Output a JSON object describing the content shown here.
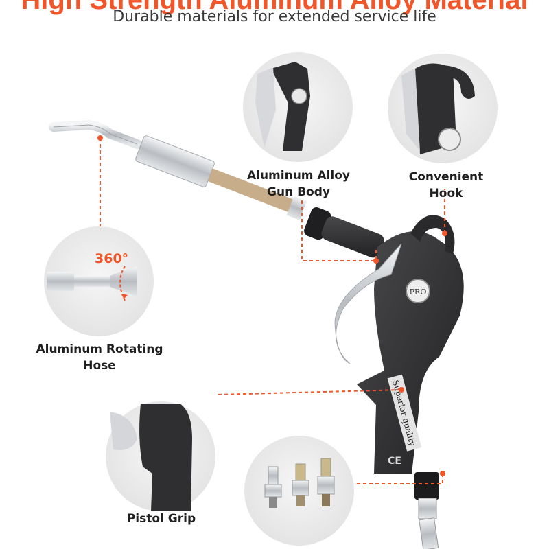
{
  "headline": "High Strength Aluminum Alloy Material",
  "subtitle": "Durable materials for extended service life",
  "callouts": {
    "alloy_line1": "Aluminum Alloy",
    "alloy_line2": "Gun Body",
    "hook": "Convenient Hook",
    "hose": "Aluminum Rotating Hose",
    "grip": "Pistol Grip",
    "rotation": "360°"
  },
  "product_marks": {
    "badge": "PRO",
    "grip_text": "Superior quality",
    "cert": "CE"
  },
  "colors": {
    "accent": "#f0562a",
    "gun_body": "#2f2f31",
    "metal": "#c9ccd0",
    "circle_bg": "#ececec"
  }
}
